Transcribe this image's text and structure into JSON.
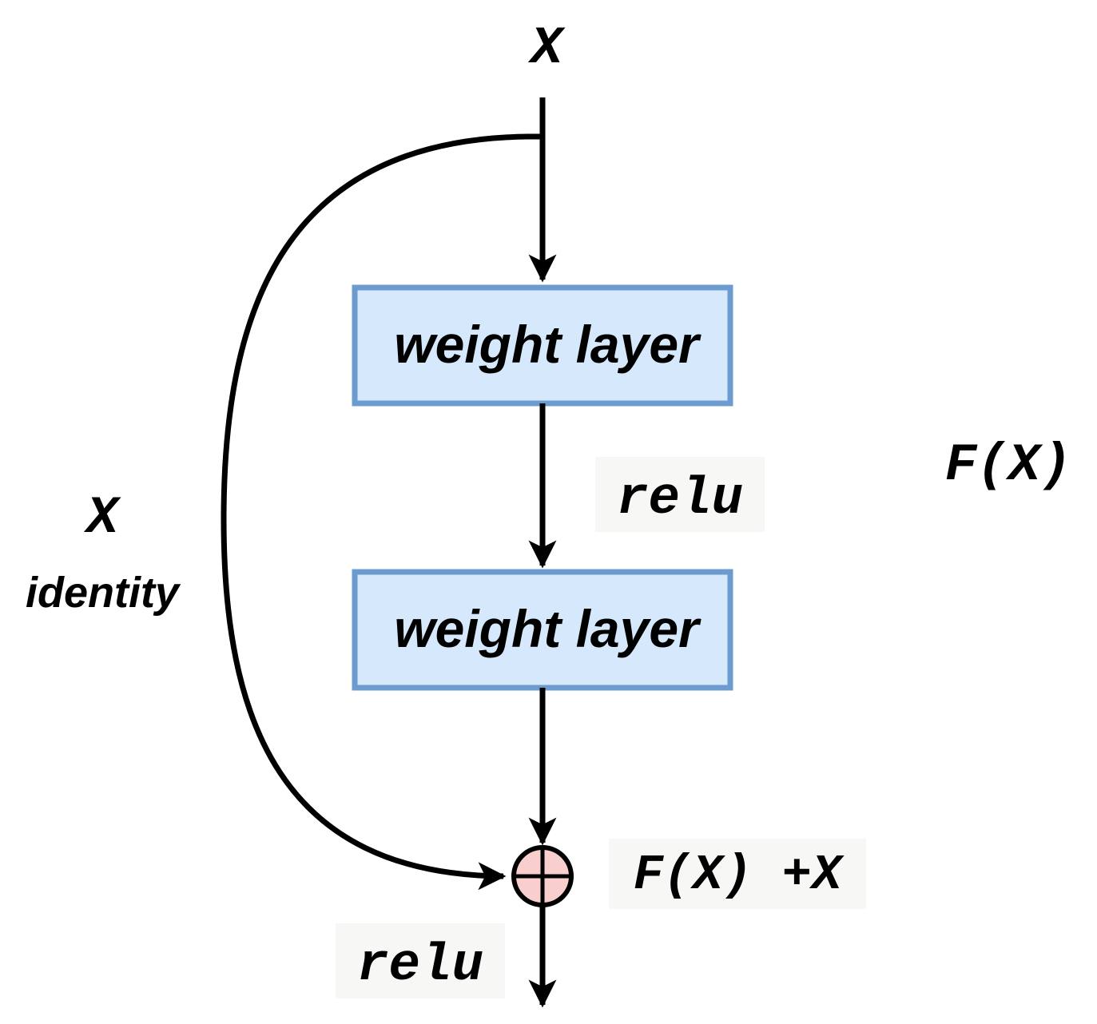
{
  "diagram": {
    "input_label": "X",
    "shortcut": {
      "symbol": "X",
      "label": "identity"
    },
    "layers": [
      {
        "label": "weight layer"
      },
      {
        "label": "weight layer"
      }
    ],
    "activation_middle": "relu",
    "residual_label": "F(X)",
    "sum_label": "F(X) +X",
    "activation_output": "relu"
  },
  "colors": {
    "layer_fill": "#d6e8fb",
    "layer_border": "#6c9bd0",
    "sum_fill": "#f8cfcc",
    "sum_border": "#000000",
    "line": "#000000",
    "label_highlight": "#f7f7f5"
  }
}
